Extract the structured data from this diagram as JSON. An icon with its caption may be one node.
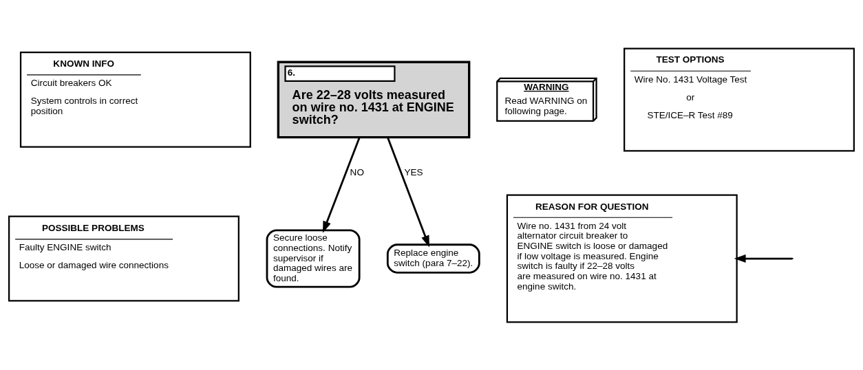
{
  "diagram": {
    "nodes": [
      {
        "text": [
          "KNOWN INFO",
          "Circuit breakers OK",
          "System controls in correct position"
        ]
      },
      {
        "text": [
          "POSSIBLE PROBLEMS",
          "Faulty ENGINE switch",
          "Loose or damaged wire connections"
        ]
      },
      {
        "text": [
          "6.",
          "Are 22–28 volts measured on wire no. 1431 at ENGINE switch?"
        ]
      },
      {
        "text": [
          "WARNING",
          "Read WARNING on following page."
        ]
      },
      {
        "text": [
          "Secure loose connections. Notify supervisor if damaged wires are found."
        ]
      },
      {
        "text": [
          "Replace engine switch (para 7–22)."
        ]
      },
      {
        "text": [
          "TEST OPTIONS",
          "Wire No. 1431 Voltage Test",
          "or",
          "STE/ICE–R Test #89"
        ]
      },
      {
        "text": [
          "REASON FOR QUESTION",
          "Wire no. 1431 from 24 volt alternator circuit breaker to ENGINE switch is loose or damaged if low voltage is measured. Engine switch is faulty if 22–28 volts are measured on wire no. 1431 at engine switch."
        ]
      }
    ],
    "edges": [
      {
        "from": 2,
        "to": 4,
        "label": "NO",
        "arrow": "to"
      },
      {
        "from": 2,
        "to": 5,
        "label": "YES",
        "arrow": "to"
      },
      {
        "from": null,
        "to": 7,
        "arrow": "to"
      }
    ]
  }
}
